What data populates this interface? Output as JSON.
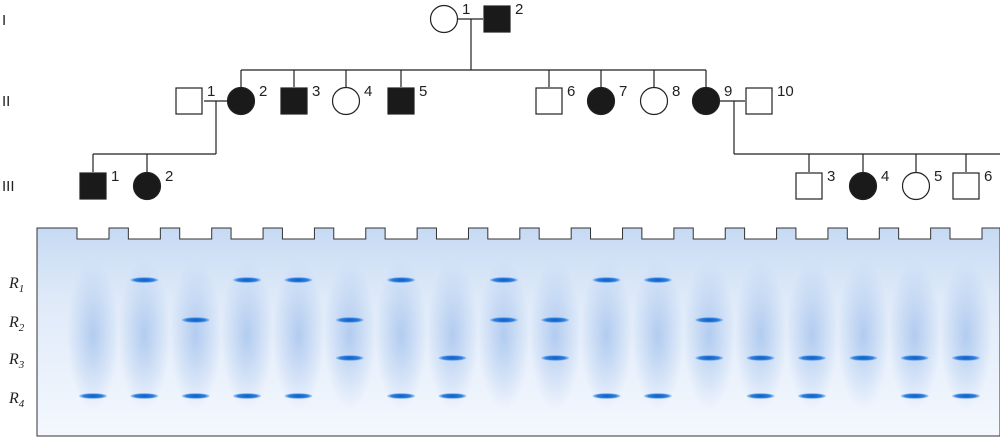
{
  "generations": [
    "I",
    "II",
    "III"
  ],
  "individuals": [
    {
      "gen": "I",
      "num": "1",
      "sex": "female",
      "affected": false
    },
    {
      "gen": "I",
      "num": "2",
      "sex": "male",
      "affected": true
    },
    {
      "gen": "II",
      "num": "1",
      "sex": "male",
      "affected": false
    },
    {
      "gen": "II",
      "num": "2",
      "sex": "female",
      "affected": true
    },
    {
      "gen": "II",
      "num": "3",
      "sex": "male",
      "affected": true
    },
    {
      "gen": "II",
      "num": "4",
      "sex": "female",
      "affected": false
    },
    {
      "gen": "II",
      "num": "5",
      "sex": "male",
      "affected": true
    },
    {
      "gen": "II",
      "num": "6",
      "sex": "male",
      "affected": false
    },
    {
      "gen": "II",
      "num": "7",
      "sex": "female",
      "affected": true
    },
    {
      "gen": "II",
      "num": "8",
      "sex": "female",
      "affected": false
    },
    {
      "gen": "II",
      "num": "9",
      "sex": "female",
      "affected": true
    },
    {
      "gen": "II",
      "num": "10",
      "sex": "male",
      "affected": false
    },
    {
      "gen": "III",
      "num": "1",
      "sex": "male",
      "affected": true
    },
    {
      "gen": "III",
      "num": "2",
      "sex": "female",
      "affected": true
    },
    {
      "gen": "III",
      "num": "3",
      "sex": "male",
      "affected": false
    },
    {
      "gen": "III",
      "num": "4",
      "sex": "female",
      "affected": true
    },
    {
      "gen": "III",
      "num": "5",
      "sex": "female",
      "affected": false
    },
    {
      "gen": "III",
      "num": "6",
      "sex": "male",
      "affected": false
    }
  ],
  "gel": {
    "rows": [
      {
        "letter": "R",
        "sub": "1"
      },
      {
        "letter": "R",
        "sub": "2"
      },
      {
        "letter": "R",
        "sub": "3"
      },
      {
        "letter": "R",
        "sub": "4"
      }
    ],
    "lanes": [
      {
        "bands": [
          "R4"
        ]
      },
      {
        "bands": [
          "R1",
          "R4"
        ]
      },
      {
        "bands": [
          "R2",
          "R4"
        ]
      },
      {
        "bands": [
          "R1",
          "R4"
        ]
      },
      {
        "bands": [
          "R1",
          "R4"
        ]
      },
      {
        "bands": [
          "R2",
          "R3"
        ]
      },
      {
        "bands": [
          "R1",
          "R4"
        ]
      },
      {
        "bands": [
          "R3",
          "R4"
        ]
      },
      {
        "bands": [
          "R1",
          "R2"
        ]
      },
      {
        "bands": [
          "R2",
          "R3"
        ]
      },
      {
        "bands": [
          "R1",
          "R4"
        ]
      },
      {
        "bands": [
          "R1",
          "R4"
        ]
      },
      {
        "bands": [
          "R2",
          "R3"
        ]
      },
      {
        "bands": [
          "R3",
          "R4"
        ]
      },
      {
        "bands": [
          "R3",
          "R4"
        ]
      },
      {
        "bands": [
          "R3"
        ]
      },
      {
        "bands": [
          "R3",
          "R4"
        ]
      },
      {
        "bands": [
          "R3",
          "R4"
        ]
      }
    ]
  },
  "colors": {
    "affected": "#1a1a1a",
    "unaffected": "#ffffff",
    "gel_light": "#eef4fd",
    "gel_mid": "#bcd3f1",
    "band": "#1f6fd0"
  }
}
